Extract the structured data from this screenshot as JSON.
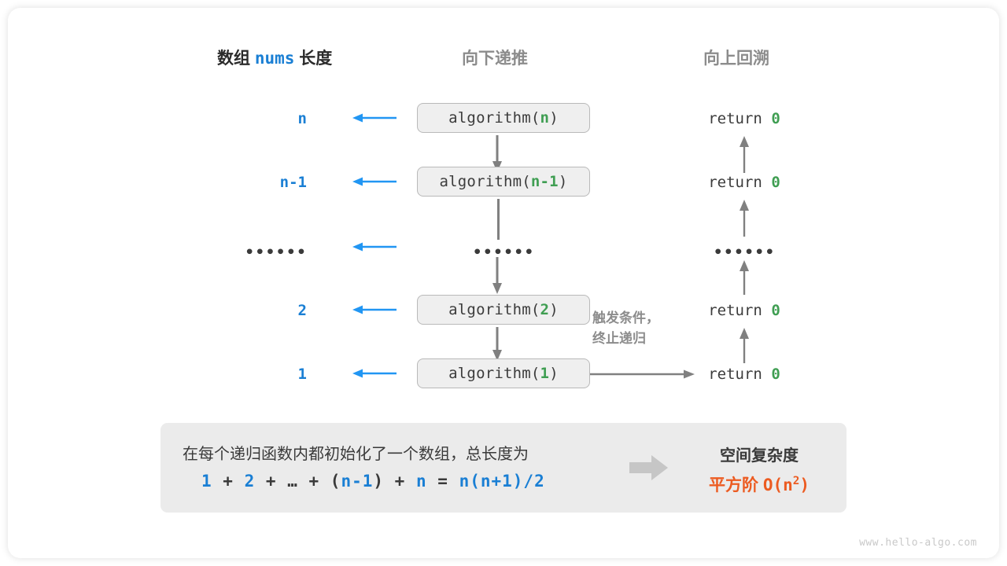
{
  "headings": {
    "left_prefix": "数组 ",
    "left_mono": "nums",
    "left_suffix": " 长度",
    "middle": "向下递推",
    "right": "向上回溯"
  },
  "rows": [
    {
      "size_label": "n",
      "call_prefix": "algorithm(",
      "call_arg": "n",
      "call_suffix": ")",
      "return_text": "return ",
      "return_value": "0"
    },
    {
      "size_label": "n-1",
      "call_prefix": "algorithm(",
      "call_arg": "n-1",
      "call_suffix": ")",
      "return_text": "return ",
      "return_value": "0"
    },
    {
      "size_label": "••••••",
      "call_prefix": "••••••",
      "call_arg": "",
      "call_suffix": "",
      "return_text": "••••••",
      "return_value": ""
    },
    {
      "size_label": "2",
      "call_prefix": "algorithm(",
      "call_arg": "2",
      "call_suffix": ")",
      "return_text": "return ",
      "return_value": "0"
    },
    {
      "size_label": "1",
      "call_prefix": "algorithm(",
      "call_arg": "1",
      "call_suffix": ")",
      "return_text": "return ",
      "return_value": "0"
    }
  ],
  "note": {
    "line1": "触发条件，",
    "line2": "终止递归"
  },
  "summary": {
    "description": "在每个递归函数内都初始化了一个数组，总长度为",
    "formula": {
      "t1": "1",
      "op1": " + ",
      "t2": "2",
      "op2": " + ",
      "t3": "…",
      "op3": " + ",
      "p_open": "(",
      "t4": "n-1",
      "p_close": ")",
      "op4": " + ",
      "t5": "n",
      "eq": " = ",
      "t6": "n(n+1)/2"
    },
    "right_title": "空间复杂度",
    "right_value_label": "平方阶",
    "right_value_notation": "O(n",
    "right_value_exp": "2",
    "right_value_close": ")"
  },
  "watermark": "www.hello-algo.com",
  "colors": {
    "blue": "#1a7fd4",
    "green": "#3f9e52",
    "orange": "#ec5b21",
    "gray_text": "#8c8c8c",
    "box_fill": "#efefef",
    "summary_fill": "#ebebeb"
  }
}
